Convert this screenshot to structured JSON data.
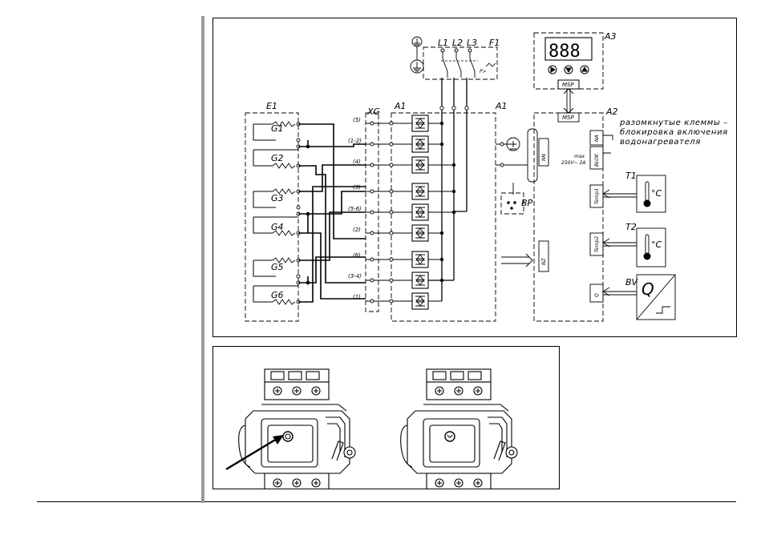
{
  "schematic": {
    "blocks": {
      "e1": "E1",
      "xg": "XG",
      "a1_left": "A1",
      "a1_right": "A1",
      "a2": "A2",
      "a3": "A3",
      "f1": "F1",
      "t1": "T1",
      "t2": "T2",
      "bv": "BV",
      "bp": "BP"
    },
    "heaters": [
      "G1",
      "G2",
      "G3",
      "G4",
      "G5",
      "G6"
    ],
    "phases": [
      "L1",
      "L2",
      "L3"
    ],
    "terminal_groups": [
      "(5)",
      "(1-2)",
      "(4)",
      "(3)",
      "(5-6)",
      "(2)",
      "(6)",
      "(3-4)",
      "(1)"
    ],
    "display": {
      "digits": "888",
      "bus": "MSP"
    },
    "a2_bus": "MSP",
    "a2_terminals": {
      "na": "NA",
      "blok": "BLOK",
      "nn": "NN",
      "nz": "NZ",
      "temp1": "Temp1",
      "temp2": "Temp2",
      "q": "Q"
    },
    "rating": {
      "max": "max",
      "value": "250V~ 2A"
    },
    "note_lines": [
      "разомкнутые клеммы –",
      "блокировка включения",
      "водонагревателя"
    ],
    "celsius": "°C",
    "flow_symbol": "Q",
    "breaker_symbol": "P>"
  }
}
